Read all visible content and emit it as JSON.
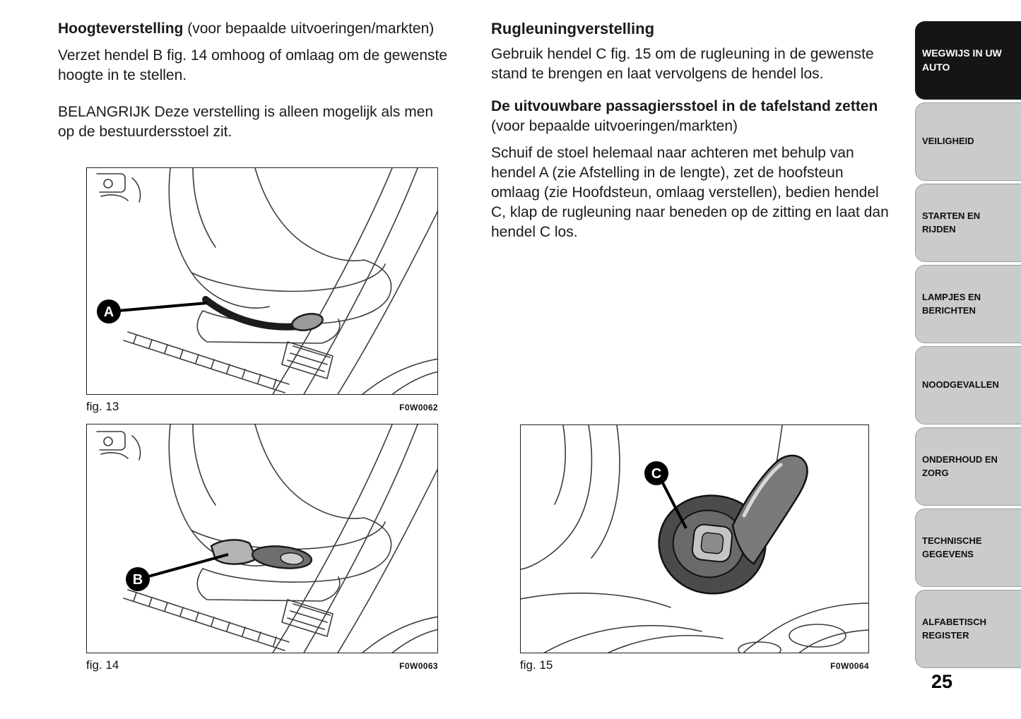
{
  "left_column": {
    "heading_bold": "Hoogteverstelling",
    "heading_rest": " (voor bepaalde uitvoeringen/markten)",
    "para1": "Verzet hendel B fig. 14 omhoog of omlaag om de gewenste hoogte in te stellen.",
    "para2": "BELANGRIJK Deze verstelling is alleen mogelijk als men op de bestuurdersstoel zit."
  },
  "middle_column": {
    "heading": "Rugleuningverstelling",
    "para1": "Gebruik hendel C fig. 15 om de rugleuning in de gewenste stand te brengen en laat vervolgens de hendel los.",
    "heading2_bold": "De uitvouwbare passagiersstoel in de tafelstand zetten",
    "heading2_rest": " (voor bepaalde uitvoeringen/markten)",
    "para2": "Schuif de stoel helemaal naar achteren met behulp van hendel A (zie Afstelling in de lengte), zet de hoofsteun omlaag (zie Hoofdsteun, omlaag verstellen), bedien hendel C, klap de rugleuning naar beneden op de zitting en laat dan hendel C los."
  },
  "figures": {
    "fig13": {
      "caption": "fig. 13",
      "code": "F0W0062",
      "label": "A"
    },
    "fig14": {
      "caption": "fig. 14",
      "code": "F0W0063",
      "label": "B"
    },
    "f15": {
      "caption": "fig. 15",
      "code": "F0W0064",
      "label": "C"
    },
    "fig15": {
      "caption": "fig. 15",
      "code": "F0W0064",
      "label": "C"
    }
  },
  "sidebar": {
    "items": [
      {
        "label": "WEGWIJS IN UW AUTO",
        "active": true
      },
      {
        "label": "VEILIGHEID",
        "active": false
      },
      {
        "label": "STARTEN EN RIJDEN",
        "active": false
      },
      {
        "label": "LAMPJES EN BERICHTEN",
        "active": false
      },
      {
        "label": "NOODGEVALLEN",
        "active": false
      },
      {
        "label": "ONDERHOUD EN ZORG",
        "active": false
      },
      {
        "label": "TECHNISCHE GEGEVENS",
        "active": false
      },
      {
        "label": "ALFABETISCH REGISTER",
        "active": false
      }
    ]
  },
  "page_number": "25",
  "colors": {
    "tab_active_bg": "#151515",
    "tab_bg": "#c9cccb",
    "text": "#1a1a1a",
    "line_art": "#3c3c3c"
  }
}
